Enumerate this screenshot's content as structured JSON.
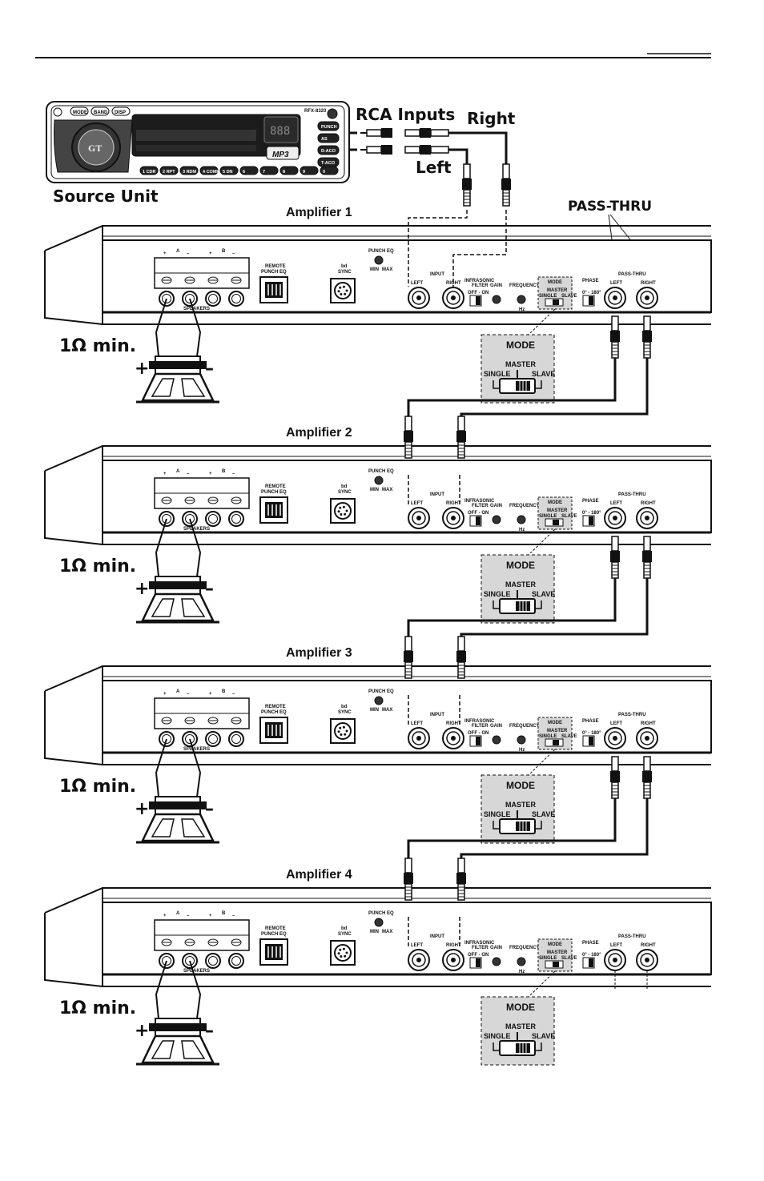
{
  "source_unit": {
    "label": "Source Unit",
    "model": "RFX-8320",
    "buttons": [
      "MODE",
      "BAND",
      "DISP",
      "PUNCH",
      "AS",
      "D-ACO",
      "T-ACO"
    ],
    "presets": [
      "1 CDR",
      "2 RPT",
      "3 RDM",
      "4 COMP",
      "5 DN",
      "6",
      "7",
      "8",
      "9",
      "0"
    ],
    "mp3_badge": "MP3"
  },
  "rca": {
    "title": "RCA Inputs",
    "right": "Right",
    "left": "Left"
  },
  "pass_thru_callout": "PASS-THRU",
  "amplifiers": [
    {
      "title": "Amplifier 1"
    },
    {
      "title": "Amplifier 2"
    },
    {
      "title": "Amplifier 3"
    },
    {
      "title": "Amplifier 4"
    }
  ],
  "panel_labels": {
    "terminal_a": "A",
    "terminal_b": "B",
    "plus": "+",
    "minus": "–",
    "speakers": "SPEAKERS",
    "remote": "REMOTE",
    "punch_eq_remote": "PUNCH EQ",
    "bd": "bd",
    "sync": "SYNC",
    "punch_eq": "PUNCH EQ",
    "min": "MIN",
    "max": "MAX",
    "input": "INPUT",
    "left": "LEFT",
    "right": "RIGHT",
    "infrasonic": "INFRASONIC",
    "filter": "FILTER",
    "off_on": "OFF - ON",
    "gain": "GAIN",
    "frequency": "FREQUENCY",
    "hz": "Hz",
    "mode": "MODE",
    "master": "MASTER",
    "single": "SINGLE",
    "slave": "SLAVE",
    "phase": "PHASE",
    "phase_range": "0° - 180°",
    "pass_thru": "PASS-THRU"
  },
  "mode_callout": {
    "title": "MODE",
    "master": "MASTER",
    "single": "SINGLE",
    "slave": "SLAVE"
  },
  "speaker": {
    "impedance": "1Ω min.",
    "plus": "+",
    "minus": "–"
  }
}
